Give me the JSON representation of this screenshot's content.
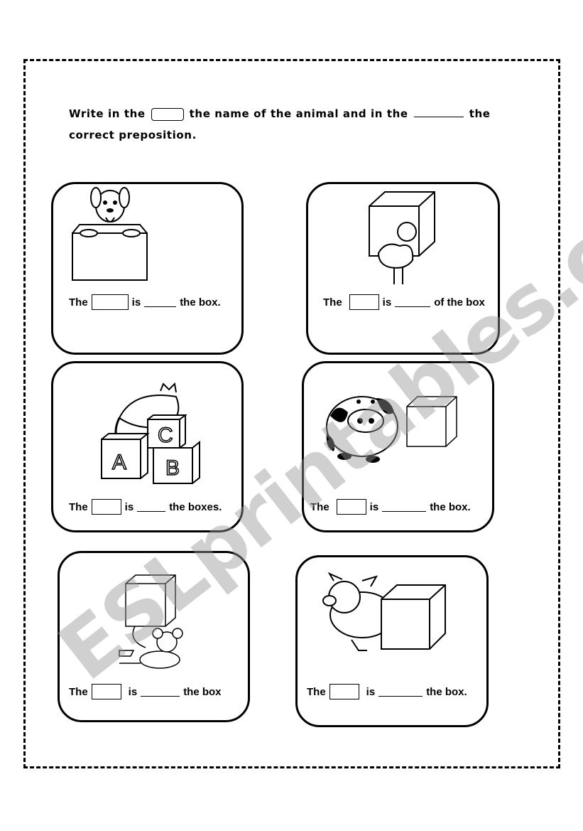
{
  "instructions": {
    "part1": "Write in the",
    "part2": "the name of the animal and in the",
    "part3": "the",
    "line2": "correct preposition."
  },
  "cards": [
    {
      "animal_icon": "dog-icon",
      "the": "The",
      "is": "is",
      "rest": "the box."
    },
    {
      "animal_icon": "duck-icon",
      "the": "The",
      "is": "is",
      "rest": "of the box"
    },
    {
      "animal_icon": "cat-icon",
      "the": "The",
      "is": "is",
      "rest": "the boxes.",
      "blocks": [
        "C",
        "A",
        "B"
      ]
    },
    {
      "animal_icon": "cow-icon",
      "the": "The",
      "is": "is",
      "rest": "the box."
    },
    {
      "animal_icon": "mouse-icon",
      "the": "The",
      "is": "is",
      "rest": "the box"
    },
    {
      "animal_icon": "pig-icon",
      "the": "The",
      "is": "is",
      "rest": "the box."
    }
  ],
  "watermark": "ESLprintables.com"
}
